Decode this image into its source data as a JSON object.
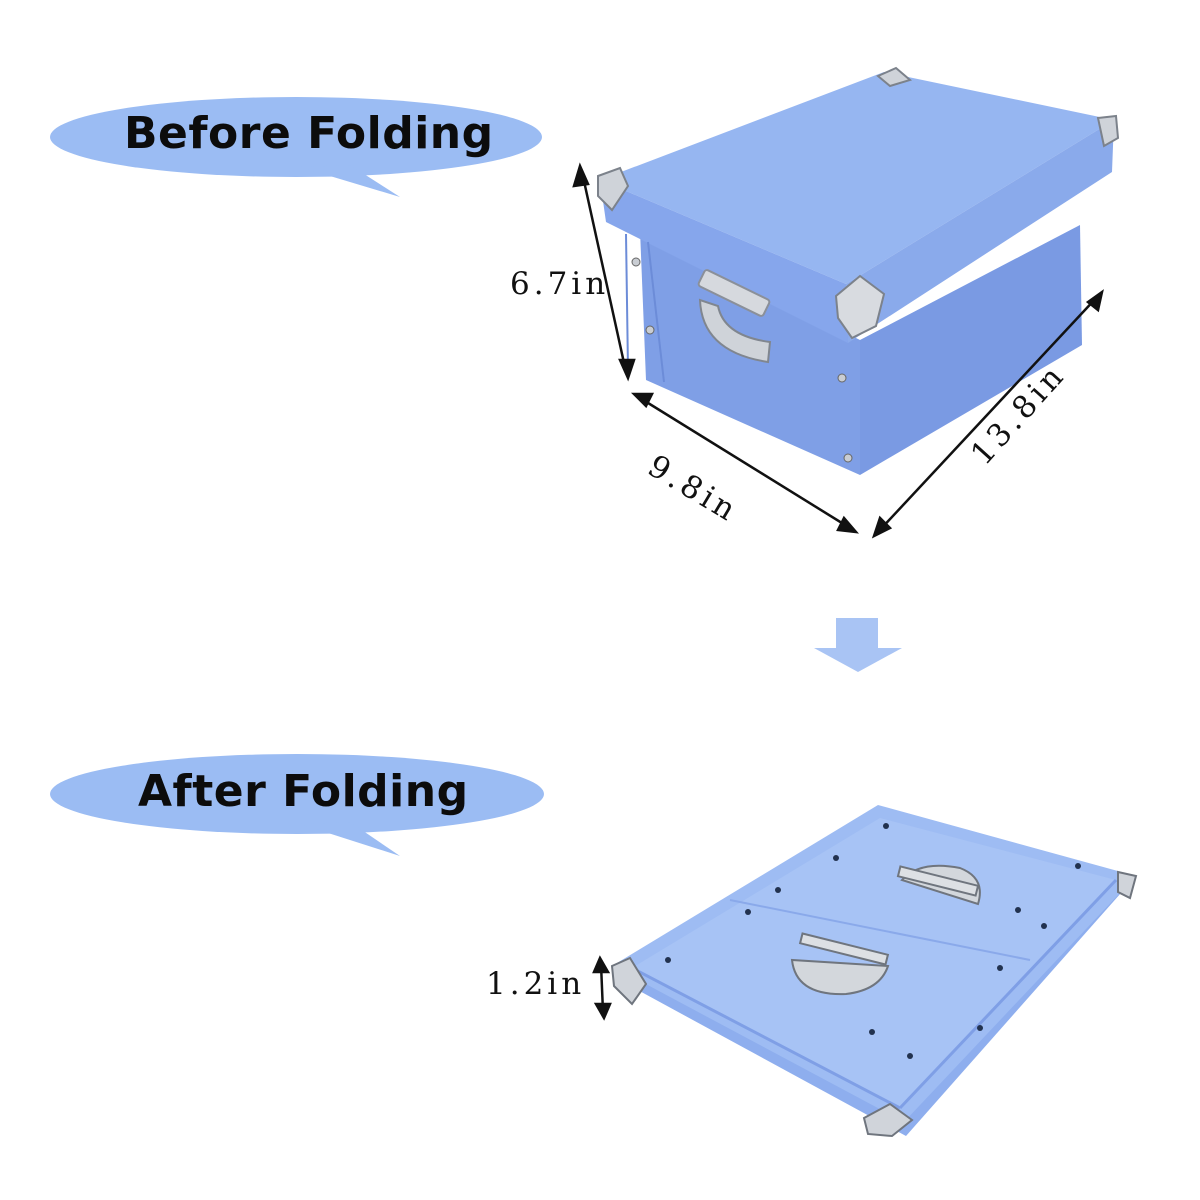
{
  "labels": {
    "before": "Before Folding",
    "after": "After Folding"
  },
  "dimensions": {
    "height_unfolded": "6.7in",
    "width": "9.8in",
    "length": "13.8in",
    "height_folded": "1.2in"
  },
  "colors": {
    "bubble": "#9bbcf3",
    "box_top": "#96b6f1",
    "box_front": "#7f9fe6",
    "box_side": "#8aaaeb",
    "metal": "#c9cdd3",
    "arrow": "#a9c4f4"
  }
}
